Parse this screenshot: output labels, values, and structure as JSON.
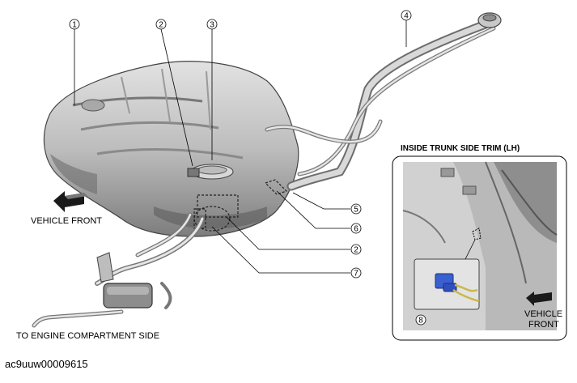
{
  "callouts": [
    {
      "number": "1"
    },
    {
      "number": "2"
    },
    {
      "number": "3"
    },
    {
      "number": "4"
    },
    {
      "number": "5"
    },
    {
      "number": "6"
    },
    {
      "number": "2"
    },
    {
      "number": "7"
    },
    {
      "number": "8"
    }
  ],
  "labels": {
    "vehicle_front_main": "VEHICLE FRONT",
    "engine_side": "TO ENGINE COMPARTMENT SIDE",
    "inset_title": "INSIDE TRUNK SIDE TRIM (LH)",
    "inset_vehicle_front_line1": "VEHICLE",
    "inset_vehicle_front_line2": "FRONT"
  },
  "figure_code": "ac9uuw00009615",
  "colors": {
    "tank": "#c9c9c9",
    "tank_dark": "#8f8f8f",
    "connector": "#3a5fd0",
    "wire": "#c9b84a"
  }
}
